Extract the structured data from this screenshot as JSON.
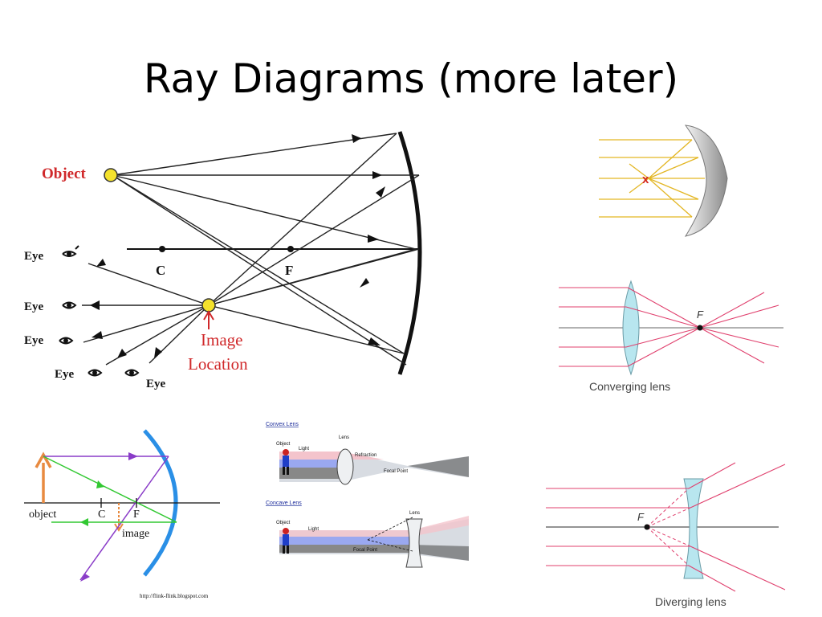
{
  "slide": {
    "title": "Ray Diagrams (more later)"
  },
  "mirror_diagram": {
    "object_label": "Object",
    "c_label": "C",
    "f_label": "F",
    "eye_labels": [
      "Eye",
      "Eye",
      "Eye",
      "Eye",
      "Eye"
    ],
    "image_label_line1": "Image",
    "image_label_line2": "Location",
    "colors": {
      "object_label": "#d0282a",
      "image_label": "#d0282a",
      "point": "#f4e22c"
    }
  },
  "concave_mirror_focus": {
    "focus_mark": "x",
    "colors": {
      "rays": "#e3b623",
      "mark": "#d3261f"
    }
  },
  "converging_lens": {
    "focal_label": "F",
    "caption": "Converging lens",
    "colors": {
      "rays": "#e0416e",
      "lens": "#b8e6ef"
    }
  },
  "mirror_small": {
    "object_label": "object",
    "c_label": "C",
    "f_label": "F",
    "image_label": "image",
    "credit": "http://flink-flink.blogspot.com",
    "colors": {
      "mirror": "#2a8fe6",
      "arrow": "#e88a40",
      "green": "#32c832",
      "purple": "#8a3cc8"
    }
  },
  "lens_pair": {
    "convex_title": "Convex Lens",
    "convex_object": "Object",
    "convex_light": "Light",
    "convex_lens": "Lens",
    "convex_refraction": "Refraction",
    "convex_focal": "Focal Point",
    "concave_title": "Concave Lens",
    "concave_object": "Object",
    "concave_light": "Light",
    "concave_lens": "Lens",
    "concave_focal": "Focal Point"
  },
  "diverging_lens": {
    "focal_label": "F",
    "caption": "Diverging lens",
    "colors": {
      "rays": "#e0416e",
      "lens": "#b8e6ef"
    }
  }
}
